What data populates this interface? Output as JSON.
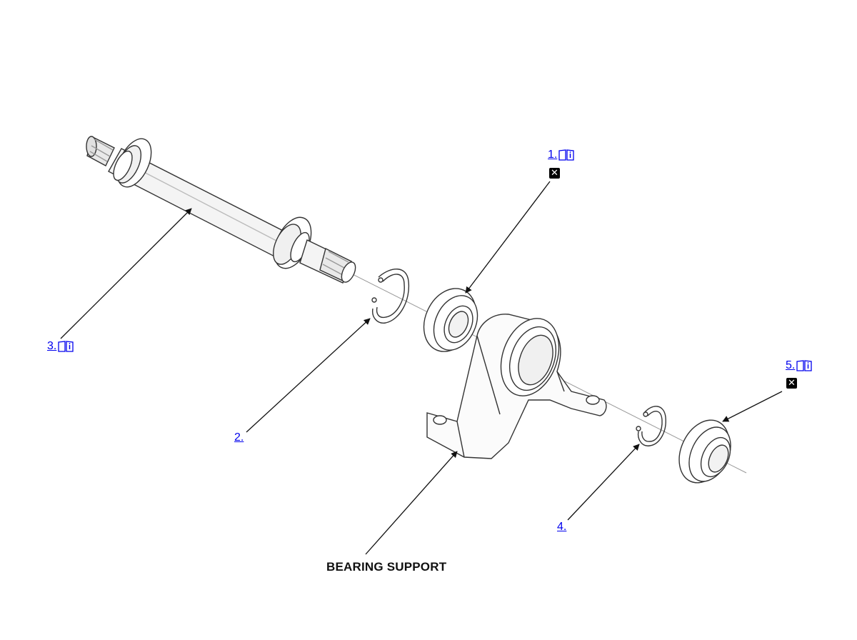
{
  "callouts": {
    "c1": {
      "label": "1."
    },
    "c2": {
      "label": "2."
    },
    "c3": {
      "label": "3."
    },
    "c4": {
      "label": "4."
    },
    "c5": {
      "label": "5."
    }
  },
  "caption": "BEARING SUPPORT",
  "icons": {
    "info": "book-info-icon",
    "remove": "remove-x-icon"
  },
  "colors": {
    "link": "#0000ee",
    "line": "#222222",
    "text": "#111111"
  }
}
